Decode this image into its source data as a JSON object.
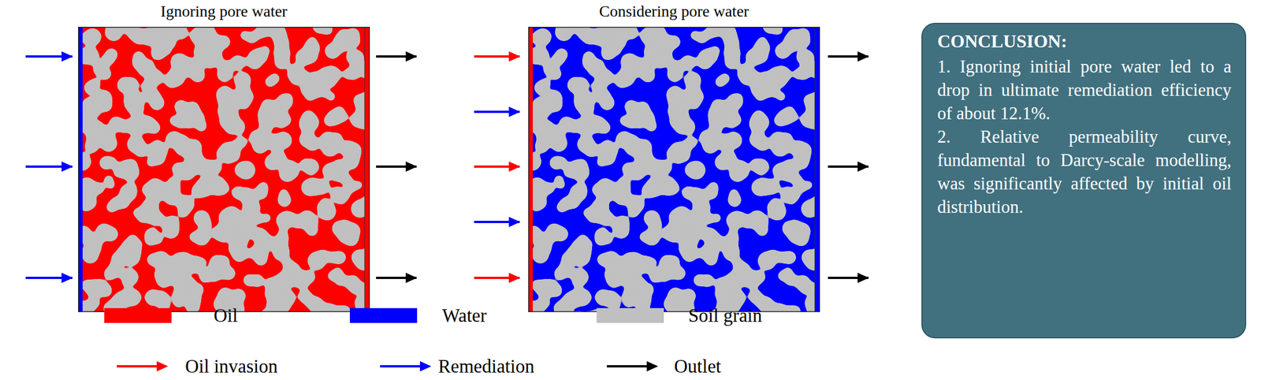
{
  "diagram": {
    "nodes": [
      {
        "text": [
          "Ignoring pore water"
        ]
      },
      {
        "text": [
          "Considering pore water"
        ]
      },
      {
        "text": [
          "CONCLUSION:",
          "1. Ignoring initial pore water led to a drop in ultimate remediation efficiency of about 12.1%.",
          "2. Relative permeability curve, fundamental to Darcy-scale modelling, was significantly affected by initial oil distribution."
        ]
      }
    ],
    "legend": [
      {
        "text": "Oil",
        "color": "#ff0000"
      },
      {
        "text": "Water",
        "color": "#0000ff"
      },
      {
        "text": "Soil grain",
        "color": "#c0c0c0"
      },
      {
        "text": "Oil invasion"
      },
      {
        "text": "Remediation"
      },
      {
        "text": "Outlet"
      }
    ]
  }
}
